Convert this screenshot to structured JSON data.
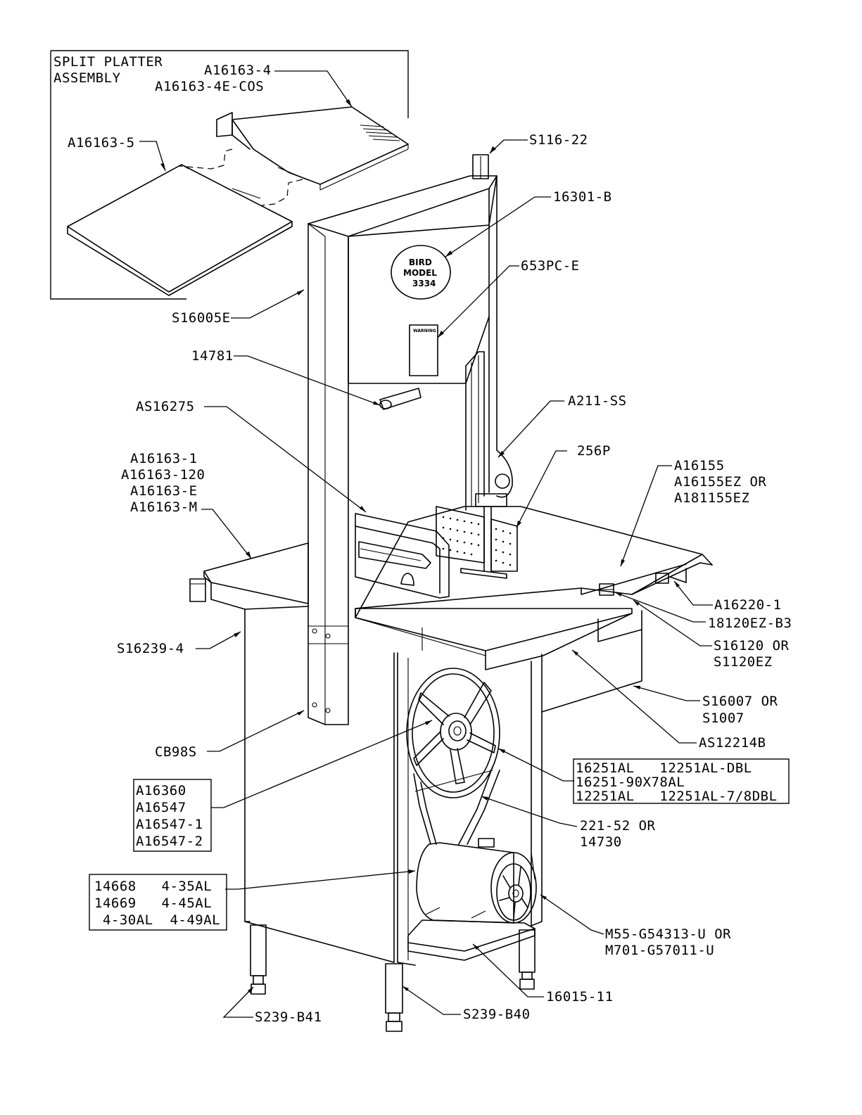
{
  "inset": {
    "title_line1": "SPLIT PLATTER",
    "title_line2": "ASSEMBLY"
  },
  "nameplate": {
    "brand": "BIRD",
    "model_word": "MODEL",
    "model_no": "3334"
  },
  "warning_tag": "WARNING",
  "parts": {
    "a16163_4": "A16163-4",
    "a16163_4e": "A16163-4E-COS",
    "a16163_5": "A16163-5",
    "s116_22": "S116-22",
    "p16301b": "16301-B",
    "p653pce": "653PC-E",
    "s16005e": "S16005E",
    "p14781": "14781",
    "as16275": "AS16275",
    "a211ss": "A211-SS",
    "p256p": "256P",
    "table_l1": "A16163-1",
    "table_l2": "A16163-120",
    "table_l3": "A16163-E",
    "table_l4": "A16163-M",
    "a16155_l1": "A16155",
    "a16155_l2": "A16155EZ OR",
    "a16155_l3": "A181155EZ",
    "a16220": "A16220-1",
    "p18120": "18120EZ-B3",
    "s16120_l1": "S16120 OR",
    "s16120_l2": "S1120EZ",
    "s16239": "S16239-4",
    "s16007_l1": "S16007 OR",
    "s16007_l2": "S1007",
    "cb98s": "CB98S",
    "as12214b": "AS12214B",
    "belt_l1": "221-52 OR",
    "belt_l2": "14730",
    "motor_l1": "M55-G54313-U OR",
    "motor_l2": "M701-G57011-U",
    "p16015": "16015-11",
    "s239b41": "S239-B41",
    "s239b40": "S239-B40"
  },
  "wheel_box": [
    "16251AL   12251AL-DBL",
    "16251-90X78AL",
    "12251AL   12251AL-7/8DBL"
  ],
  "hub_box": [
    "A16360",
    "A16547",
    "A16547-1",
    "A16547-2"
  ],
  "pulley_box": [
    "14668   4-35AL",
    "14669   4-45AL",
    " 4-30AL  4-49AL"
  ]
}
